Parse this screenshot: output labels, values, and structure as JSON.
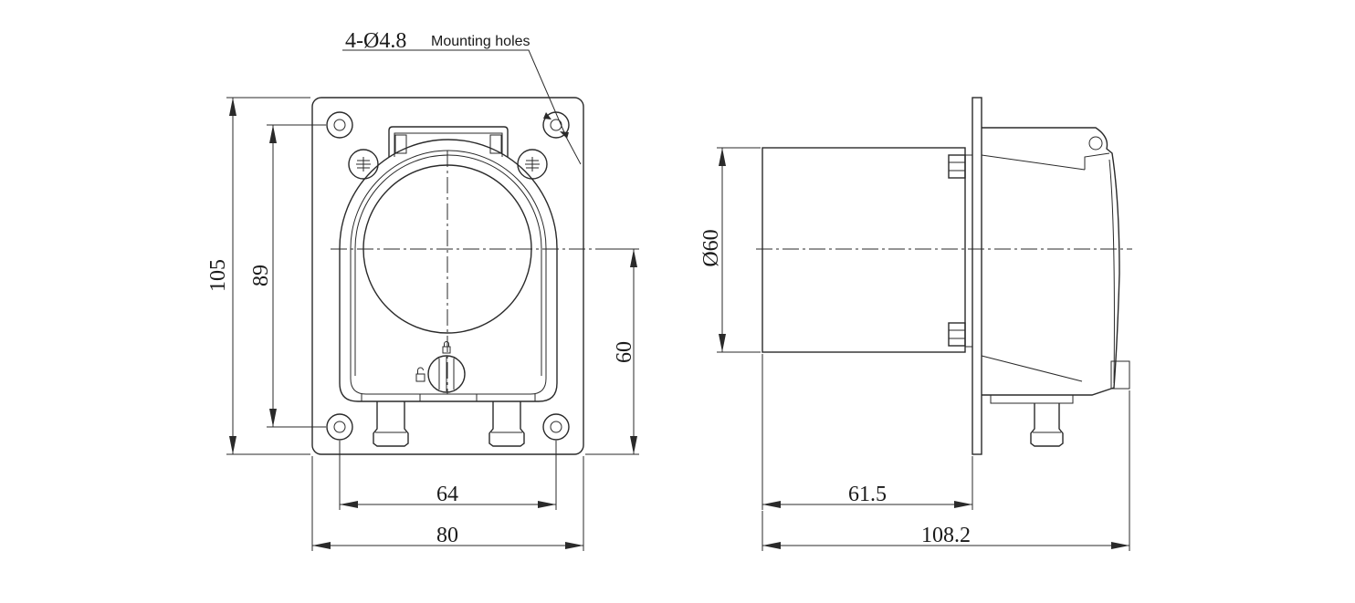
{
  "callout": {
    "hole_spec": "4-Ø4.8",
    "hole_label": "Mounting holes"
  },
  "front_view": {
    "overall_height": "105",
    "inner_height": "89",
    "lower_height": "60",
    "inner_width": "64",
    "overall_width": "80"
  },
  "side_view": {
    "diameter": "Ø60",
    "body_length": "61.5",
    "overall_length": "108.2"
  }
}
